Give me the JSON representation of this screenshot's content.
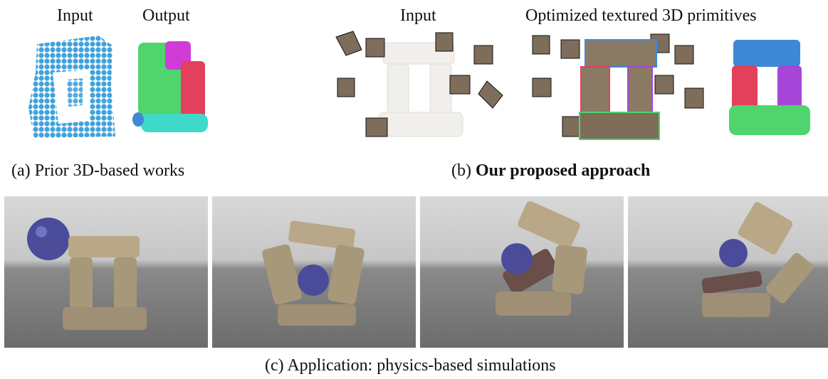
{
  "panel_a": {
    "input_label": "Input",
    "output_label": "Output",
    "caption": "(a) Prior 3D-based works"
  },
  "panel_b": {
    "input_label": "Input",
    "output_label": "Optimized textured 3D primitives",
    "caption_prefix": "(b) ",
    "caption_bold": "Our proposed approach"
  },
  "panel_c": {
    "caption": "(c) Application: physics-based simulations",
    "frames": 4
  },
  "colors": {
    "point_cloud": "#3fa3dc",
    "green": "#4fd46e",
    "magenta": "#d03cd8",
    "red": "#e2405c",
    "cyan": "#3fd9c9",
    "blue": "#3f88d6",
    "purple": "#a646d8",
    "stone": "#b8a888",
    "sphere": "#4a4c9a"
  }
}
